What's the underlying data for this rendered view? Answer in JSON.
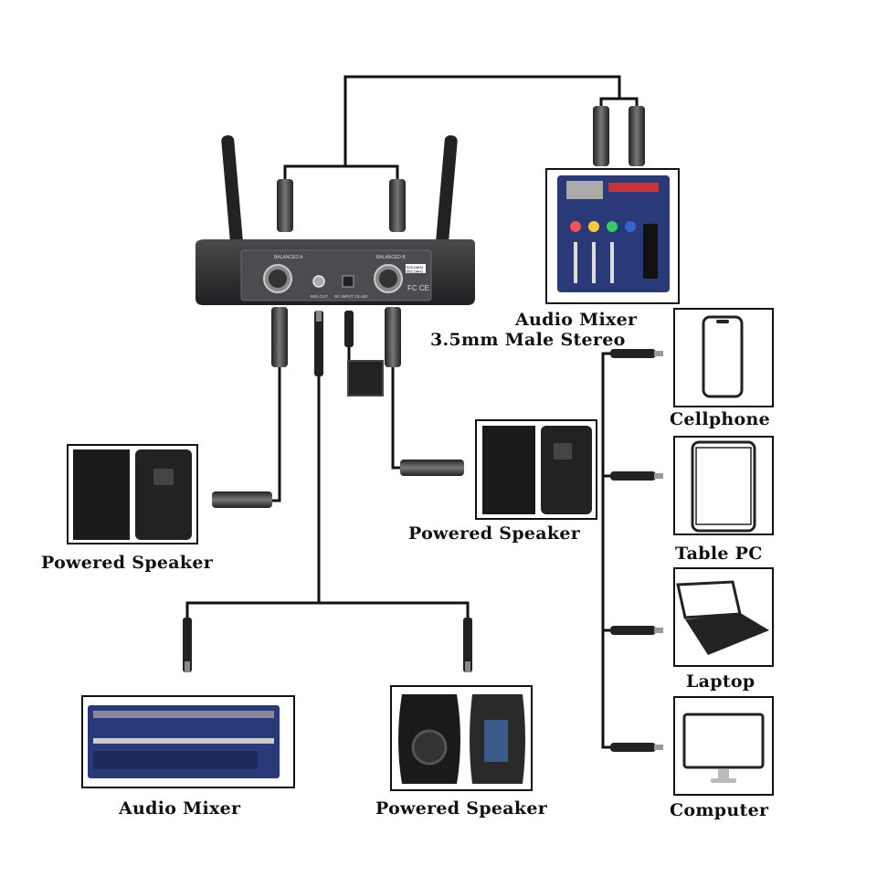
{
  "receiver": {
    "panel_left": "BALANCED A",
    "panel_right": "BALANCED B",
    "mix_out": "MIX OUT",
    "dc_input": "DC INPUT 12-18V",
    "freq_a": "528.1MHz",
    "freq_b": "552.1MHz",
    "fc_mark": "FC CE"
  },
  "labels": {
    "mixer_top": "Audio Mixer",
    "stereo_cable": "3.5mm Male Stereo",
    "speaker_left": "Powered Speaker",
    "speaker_mid": "Powered Speaker",
    "mixer_bottom": "Audio Mixer",
    "speaker_bottom": "Powered Speaker",
    "cellphone": "Cellphone",
    "tablet": "Table PC",
    "laptop": "Laptop",
    "computer": "Computer"
  },
  "colors": {
    "cable": "#111111",
    "receiver_body": "#2b2b2d",
    "mixer_blue": "#2a3a78",
    "speaker_dark": "#1a1a1a"
  }
}
